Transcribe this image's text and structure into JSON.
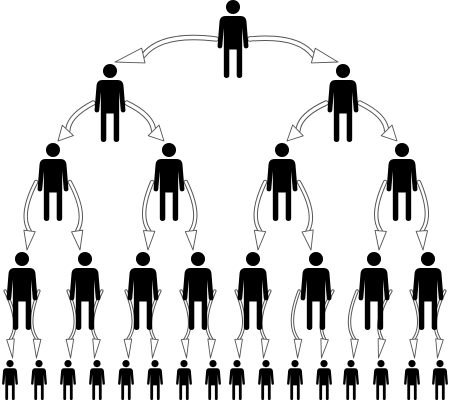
{
  "diagram": {
    "type": "hierarchy-tree",
    "levels": 5,
    "branching": 2,
    "figure_color": "#000000",
    "arrow_fill": "#ffffff",
    "arrow_stroke": "#555555",
    "background": "#ffffff",
    "figure_icon": "person-icon",
    "arrow_icon": "curved-arrow-icon"
  }
}
